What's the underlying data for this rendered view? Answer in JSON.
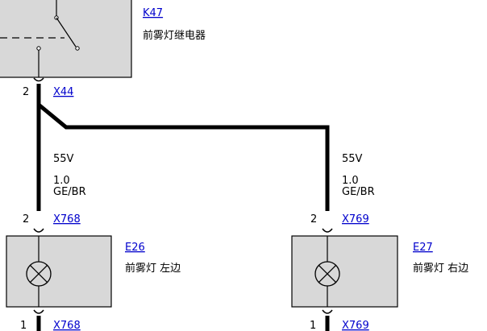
{
  "relay": {
    "id": "K47",
    "name": "前雾灯继电器",
    "pin": "2",
    "connector": "X44"
  },
  "wires": [
    {
      "voltage": "55V",
      "size": "1.0",
      "color": "GE/BR"
    },
    {
      "voltage": "55V",
      "size": "1.0",
      "color": "GE/BR"
    }
  ],
  "left_lamp": {
    "id": "E26",
    "name": "前雾灯 左边",
    "top_pin": "2",
    "top_connector": "X768",
    "bottom_pin": "1",
    "bottom_connector": "X768",
    "icon": "lamp-icon"
  },
  "right_lamp": {
    "id": "E27",
    "name": "前雾灯 右边",
    "top_pin": "2",
    "top_connector": "X769",
    "bottom_pin": "1",
    "bottom_connector": "X769",
    "icon": "lamp-icon"
  },
  "colors": {
    "box_fill": "#d8d8d8",
    "link": "#0000cc",
    "wire": "#000000"
  }
}
